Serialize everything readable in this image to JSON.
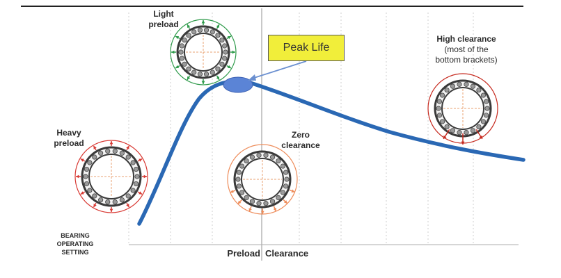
{
  "chart_data": {
    "type": "line",
    "title": "",
    "xlabel": "",
    "ylabel": "",
    "axis_labels": {
      "left": "Preload",
      "right": "Clearance",
      "corner": [
        "BEARING",
        "OPERATING",
        "SETTING"
      ]
    },
    "annotations": {
      "peak": "Peak Life",
      "light_preload": [
        "Light",
        "preload"
      ],
      "heavy_preload": [
        "Heavy",
        "preload"
      ],
      "zero_clearance": [
        "Zero",
        "clearance"
      ],
      "high_clearance": [
        "High clearance",
        "(most of the",
        "bottom brackets)"
      ]
    },
    "colors": {
      "curve": "#2a68b4",
      "peak_marker": "#5b84d6",
      "light_preload_bearing": "#2e9a4a",
      "heavy_preload_bearing": "#d83a34",
      "zero_clearance_bearing": "#ee8c5a",
      "high_clearance_bearing": "#c62a1f",
      "callout": "#f1ee3a"
    }
  }
}
